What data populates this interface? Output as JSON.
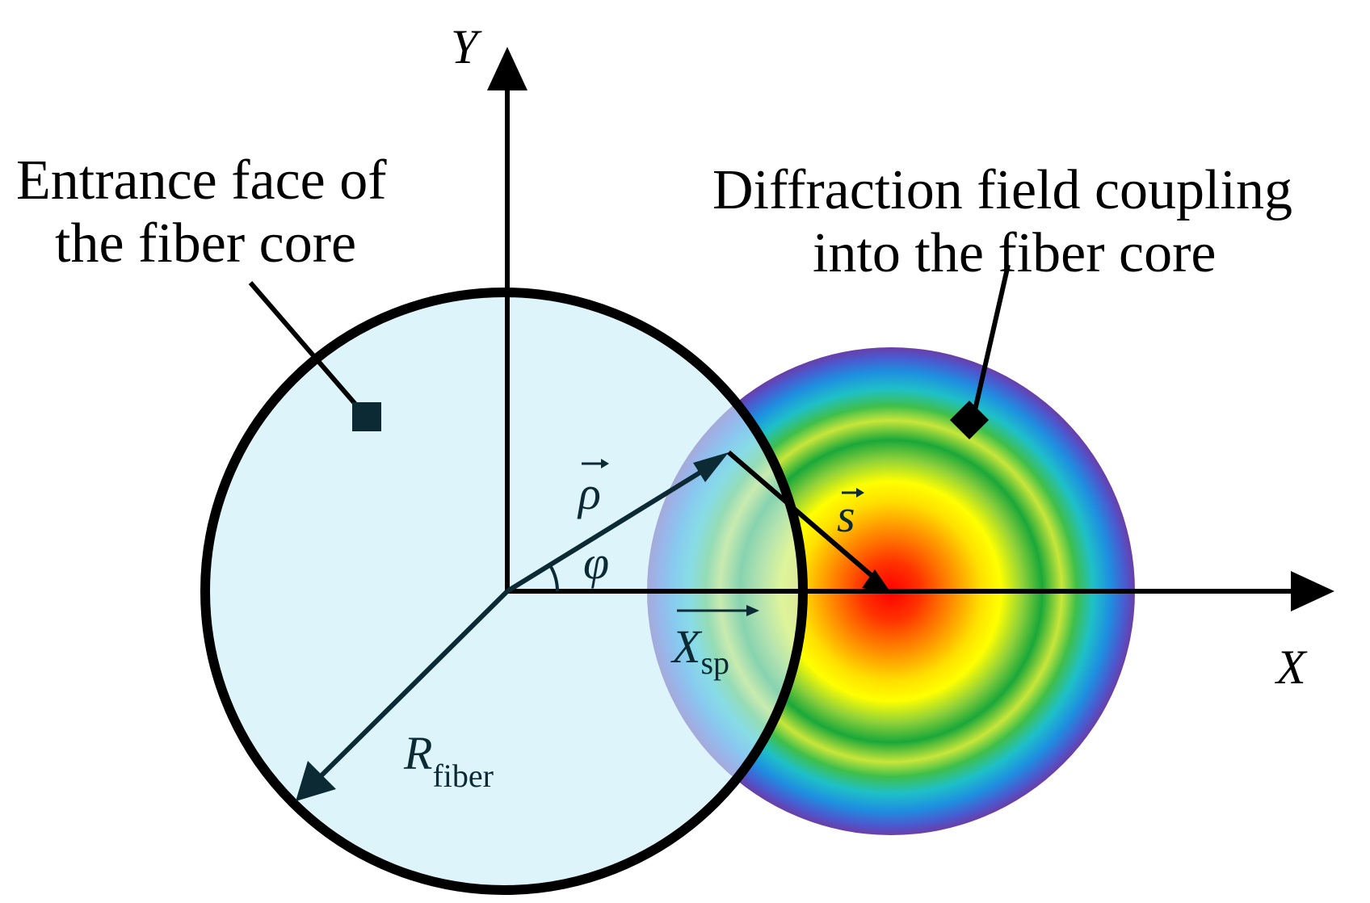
{
  "labels": {
    "y_axis": "Y",
    "x_axis": "X",
    "entrance_line1": "Entrance face of",
    "entrance_line2": "the fiber core",
    "diffraction_line1": "Diffraction field coupling",
    "diffraction_line2": "into the fiber core",
    "rho": "ρ",
    "s": "s",
    "phi": "φ",
    "x_sp_main": "X",
    "x_sp_sub": "sp",
    "r_fiber_main": "R",
    "r_fiber_sub": "fiber"
  },
  "colors": {
    "fiber_fill": "#c9eef9",
    "outline": "#000000",
    "vector": "#0b2a33",
    "ring_red": "#ff0000",
    "ring_yellow": "#ffff00",
    "ring_green": "#1aa83a",
    "ring_blue": "#1e8fe0",
    "ring_violet": "#6a3ea8"
  },
  "icons": {
    "entrance_marker": "square-marker",
    "diffraction_marker": "diamond-marker"
  }
}
